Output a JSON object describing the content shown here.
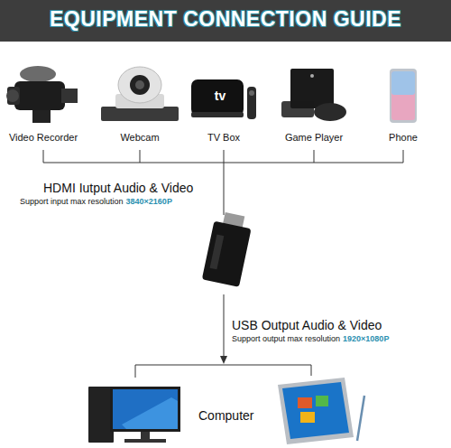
{
  "diagram": {
    "title": "EQUIPMENT CONNECTION GUIDE",
    "labels": [
      "Video Recorder",
      "Webcam",
      "TV Box",
      "Game Player",
      "Phone",
      "HDMI Iutput Audio & Video",
      "Support input max resolution",
      "3840×2160P",
      "USB Output Audio & Video",
      "Support output max resolution",
      "1920×1080P",
      "Computer",
      "tv"
    ]
  }
}
